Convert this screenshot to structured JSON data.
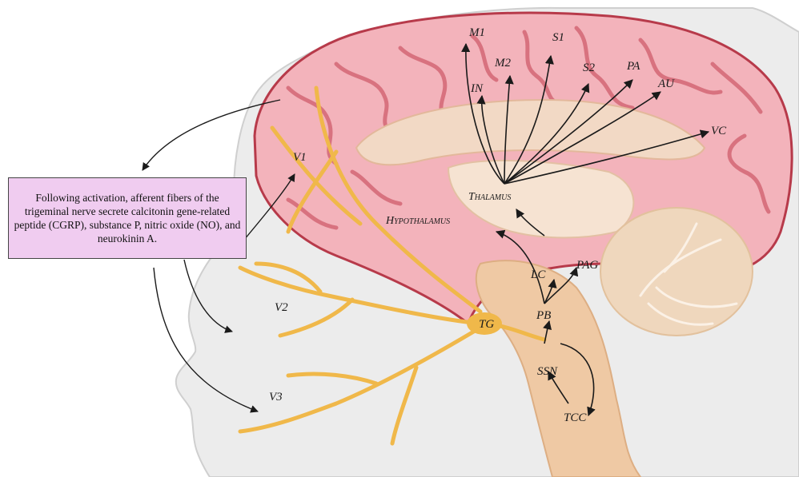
{
  "caption": "Following activation, afferent fibers of the trigeminal nerve secrete calcitonin gene-related peptide (CGRP), substance P, nitric oxide (NO), and neurokinin A.",
  "labels": {
    "m1": "M1",
    "m2": "M2",
    "s1": "S1",
    "s2": "S2",
    "pa": "PA",
    "au": "AU",
    "in": "IN",
    "vc": "VC",
    "thalamus": "Thalamus",
    "hypothalamus": "Hypothalamus",
    "v1": "V1",
    "v2": "V2",
    "v3": "V3",
    "tg": "TG",
    "pb": "PB",
    "lc": "LC",
    "pag": "PAG",
    "ssn": "SSN",
    "tcc": "TCC"
  },
  "colors": {
    "cortex": "#f3b3bb",
    "cortex_outline": "#b73a4a",
    "sulcus": "#d8727f",
    "deep_brain": "#f2d9c5",
    "brainstem": "#efc9a4",
    "cerebellum": "#efd7bd",
    "nerve": "#f0b84a",
    "head": "#ececec",
    "caption_box": "#f0ccf0"
  }
}
